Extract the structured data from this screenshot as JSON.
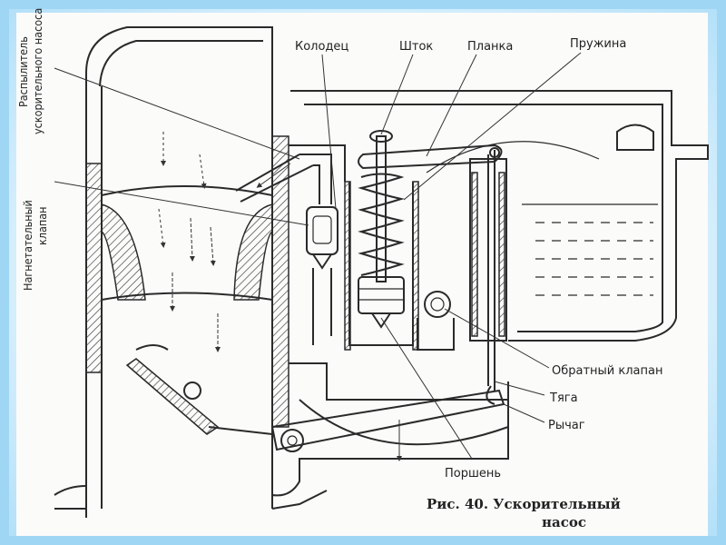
{
  "labels": {
    "well": "Колодец",
    "rod": "Шток",
    "bar": "Планка",
    "spring": "Пружина",
    "check_valve": "Обратный клапан",
    "pull_rod": "Тяга",
    "lever": "Рычаг",
    "piston": "Поршень",
    "sprayer_line1": "Распылитель",
    "sprayer_line2": "ускорительного насоса",
    "delivery_valve_line1": "Нагнетательный",
    "delivery_valve_line2": "клапан"
  },
  "caption": {
    "line1": "Рис.   40.   Ускорительный",
    "line2": "насос"
  }
}
